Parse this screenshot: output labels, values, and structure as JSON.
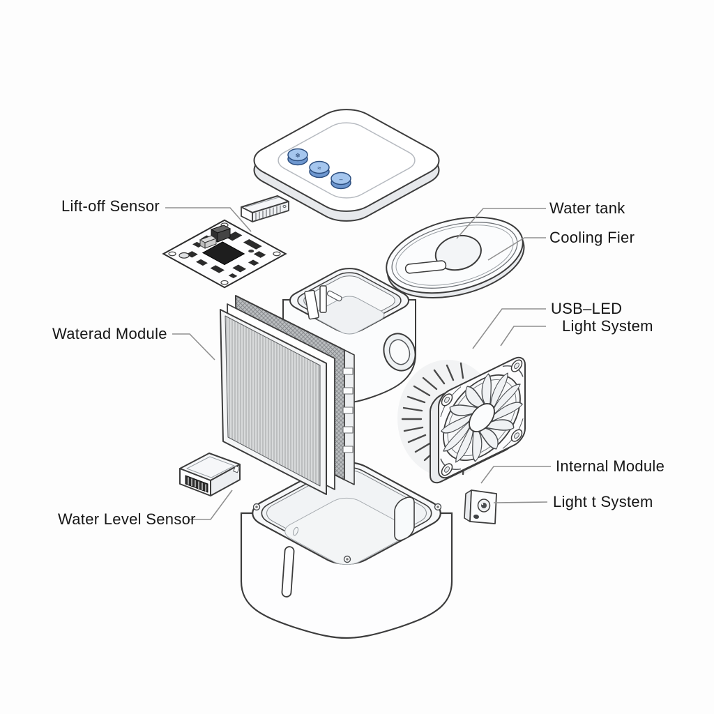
{
  "labels": {
    "lift_off_sensor": "Lift-off Sensor",
    "waterad_module": "Waterad Module",
    "water_level_sensor": "Water Level Sensor",
    "water_tank": "Water tank",
    "cooling_fier": "Cooling Fier",
    "usb_led": "USB–LED",
    "light_system": "Light System",
    "internal_module": "Internal Module",
    "light_t_system": "Light t System"
  },
  "lid_buttons": [
    {
      "icon": "snowflake-icon",
      "glyph": "❄"
    },
    {
      "icon": "mist-icon",
      "glyph": "≈"
    },
    {
      "icon": "power-icon",
      "glyph": "–"
    }
  ],
  "colors": {
    "background": "#fdfdfd",
    "line": "#3c3c3c",
    "leader": "#909090",
    "button_blue": "#a5c6ee",
    "button_blue_side": "#6e97cf",
    "button_blue_border": "#2c4e7f"
  }
}
